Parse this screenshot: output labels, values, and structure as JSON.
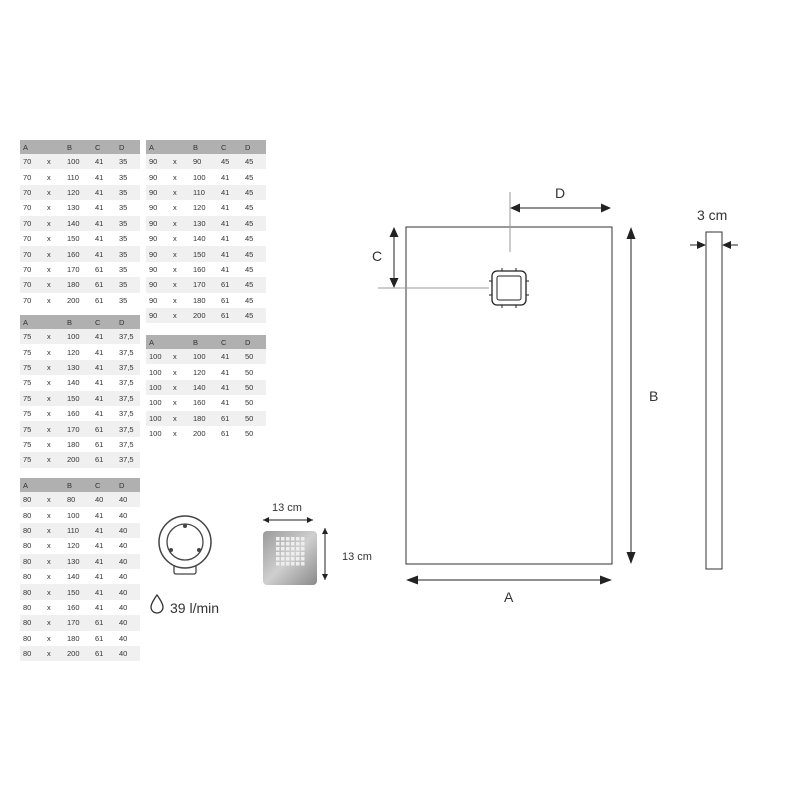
{
  "tables": [
    {
      "headers": [
        "A",
        "B",
        "C",
        "D"
      ],
      "rows": [
        [
          "70",
          "x",
          "100",
          "41",
          "35"
        ],
        [
          "70",
          "x",
          "110",
          "41",
          "35"
        ],
        [
          "70",
          "x",
          "120",
          "41",
          "35"
        ],
        [
          "70",
          "x",
          "130",
          "41",
          "35"
        ],
        [
          "70",
          "x",
          "140",
          "41",
          "35"
        ],
        [
          "70",
          "x",
          "150",
          "41",
          "35"
        ],
        [
          "70",
          "x",
          "160",
          "41",
          "35"
        ],
        [
          "70",
          "x",
          "170",
          "61",
          "35"
        ],
        [
          "70",
          "x",
          "180",
          "61",
          "35"
        ],
        [
          "70",
          "x",
          "200",
          "61",
          "35"
        ]
      ]
    },
    {
      "headers": [
        "A",
        "B",
        "C",
        "D"
      ],
      "rows": [
        [
          "75",
          "x",
          "100",
          "41",
          "37,5"
        ],
        [
          "75",
          "x",
          "120",
          "41",
          "37,5"
        ],
        [
          "75",
          "x",
          "130",
          "41",
          "37,5"
        ],
        [
          "75",
          "x",
          "140",
          "41",
          "37,5"
        ],
        [
          "75",
          "x",
          "150",
          "41",
          "37,5"
        ],
        [
          "75",
          "x",
          "160",
          "41",
          "37,5"
        ],
        [
          "75",
          "x",
          "170",
          "61",
          "37,5"
        ],
        [
          "75",
          "x",
          "180",
          "61",
          "37,5"
        ],
        [
          "75",
          "x",
          "200",
          "61",
          "37,5"
        ]
      ]
    },
    {
      "headers": [
        "A",
        "B",
        "C",
        "D"
      ],
      "rows": [
        [
          "80",
          "x",
          "80",
          "40",
          "40"
        ],
        [
          "80",
          "x",
          "100",
          "41",
          "40"
        ],
        [
          "80",
          "x",
          "110",
          "41",
          "40"
        ],
        [
          "80",
          "x",
          "120",
          "41",
          "40"
        ],
        [
          "80",
          "x",
          "130",
          "41",
          "40"
        ],
        [
          "80",
          "x",
          "140",
          "41",
          "40"
        ],
        [
          "80",
          "x",
          "150",
          "41",
          "40"
        ],
        [
          "80",
          "x",
          "160",
          "41",
          "40"
        ],
        [
          "80",
          "x",
          "170",
          "61",
          "40"
        ],
        [
          "80",
          "x",
          "180",
          "61",
          "40"
        ],
        [
          "80",
          "x",
          "200",
          "61",
          "40"
        ]
      ]
    },
    {
      "headers": [
        "A",
        "B",
        "C",
        "D"
      ],
      "rows": [
        [
          "90",
          "x",
          "90",
          "45",
          "45"
        ],
        [
          "90",
          "x",
          "100",
          "41",
          "45"
        ],
        [
          "90",
          "x",
          "110",
          "41",
          "45"
        ],
        [
          "90",
          "x",
          "120",
          "41",
          "45"
        ],
        [
          "90",
          "x",
          "130",
          "41",
          "45"
        ],
        [
          "90",
          "x",
          "140",
          "41",
          "45"
        ],
        [
          "90",
          "x",
          "150",
          "41",
          "45"
        ],
        [
          "90",
          "x",
          "160",
          "41",
          "45"
        ],
        [
          "90",
          "x",
          "170",
          "61",
          "45"
        ],
        [
          "90",
          "x",
          "180",
          "61",
          "45"
        ],
        [
          "90",
          "x",
          "200",
          "61",
          "45"
        ]
      ]
    },
    {
      "headers": [
        "A",
        "B",
        "C",
        "D"
      ],
      "rows": [
        [
          "100",
          "x",
          "100",
          "41",
          "50"
        ],
        [
          "100",
          "x",
          "120",
          "41",
          "50"
        ],
        [
          "100",
          "x",
          "140",
          "41",
          "50"
        ],
        [
          "100",
          "x",
          "160",
          "41",
          "50"
        ],
        [
          "100",
          "x",
          "180",
          "61",
          "50"
        ],
        [
          "100",
          "x",
          "200",
          "61",
          "50"
        ]
      ]
    }
  ],
  "flow": {
    "value": "39 l/min",
    "icon": "water-drop-icon"
  },
  "grate": {
    "width_label": "13 cm",
    "height_label": "13 cm",
    "icon": "drain-grate-icon"
  },
  "valve": {
    "icon": "drain-valve-icon"
  },
  "diagram": {
    "label_a": "A",
    "label_b": "B",
    "label_c": "C",
    "label_d": "D",
    "thickness_label": "3 cm"
  }
}
